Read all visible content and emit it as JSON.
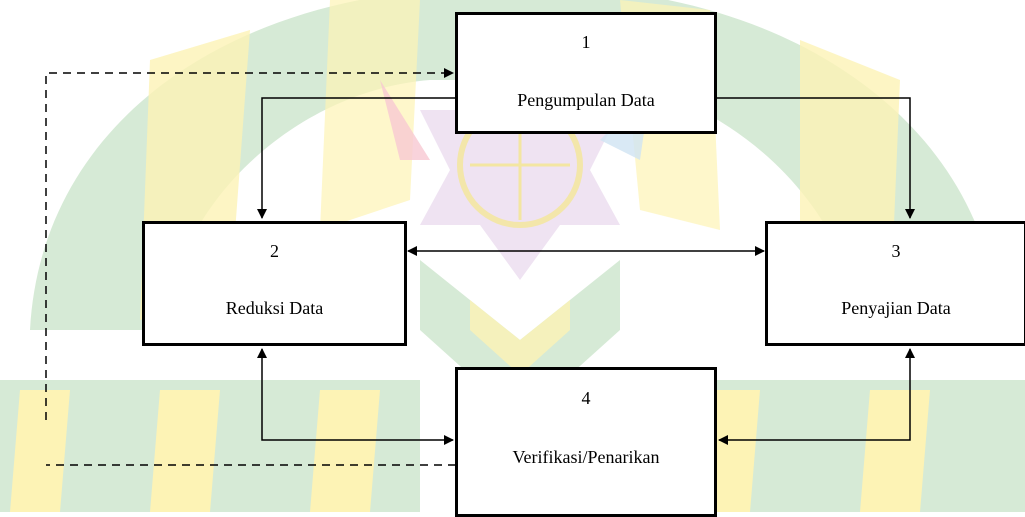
{
  "diagram": {
    "nodes": [
      {
        "id": "pengumpulan",
        "number": "1",
        "label": "Pengumpulan Data"
      },
      {
        "id": "reduksi",
        "number": "2",
        "label": "Reduksi Data"
      },
      {
        "id": "penyajian",
        "number": "3",
        "label": "Penyajian Data"
      },
      {
        "id": "verifikasi",
        "number": "4",
        "label": "Verifikasi/Penarikan"
      }
    ],
    "edges": [
      {
        "from": "pengumpulan",
        "to": "reduksi",
        "style": "solid",
        "direction": "forward"
      },
      {
        "from": "pengumpulan",
        "to": "penyajian",
        "style": "solid",
        "direction": "forward"
      },
      {
        "from": "reduksi",
        "to": "penyajian",
        "style": "solid",
        "direction": "both"
      },
      {
        "from": "reduksi",
        "to": "verifikasi",
        "style": "solid",
        "direction": "both"
      },
      {
        "from": "penyajian",
        "to": "verifikasi",
        "style": "solid",
        "direction": "both"
      },
      {
        "from": "verifikasi",
        "to": "pengumpulan",
        "style": "dashed",
        "direction": "forward"
      }
    ]
  },
  "colors": {
    "watermark_green": "#c9e2c9",
    "watermark_yellow": "#fdf1a6",
    "watermark_pink": "#f7c8d2",
    "watermark_blue": "#cfe3f2",
    "line": "#000000"
  }
}
